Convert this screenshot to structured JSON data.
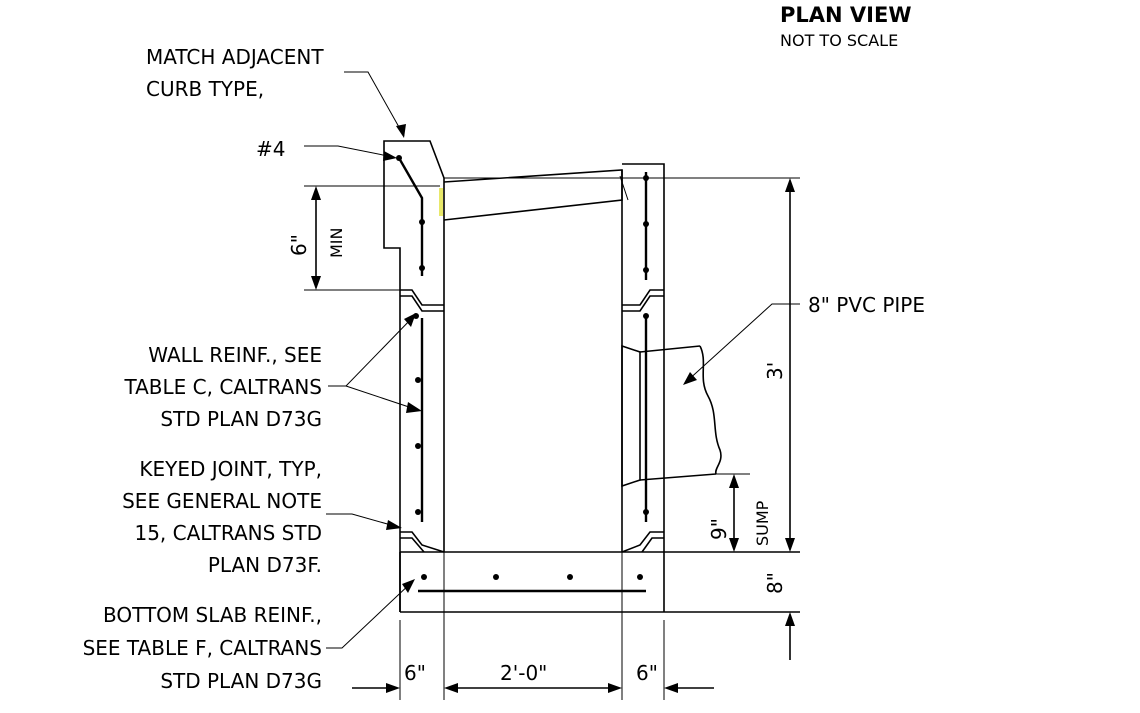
{
  "header": {
    "title": "PLAN VIEW",
    "subtitle": "NOT TO SCALE"
  },
  "callouts": {
    "curb_line1": "MATCH ADJACENT",
    "curb_line2": "CURB TYPE,",
    "bar": "#4",
    "pipe": "8\" PVC PIPE",
    "wall_line1": "WALL REINF., SEE",
    "wall_line2": "TABLE C, CALTRANS",
    "wall_line3": "STD PLAN D73G",
    "joint_line1": "KEYED JOINT, TYP,",
    "joint_line2": "SEE GENERAL NOTE",
    "joint_line3": "15, CALTRANS STD",
    "joint_line4": "PLAN D73F.",
    "slab_line1": "BOTTOM SLAB REINF.,",
    "slab_line2": "SEE TABLE F, CALTRANS",
    "slab_line3": "STD PLAN D73G"
  },
  "dimensions": {
    "curb_min_value": "6\"",
    "curb_min_label": "MIN",
    "height": "3'",
    "sump_value": "9\"",
    "sump_label": "SUMP",
    "slab_thickness": "8\"",
    "wall_left": "6\"",
    "inside_width": "2'-0\"",
    "wall_right": "6\""
  },
  "colors": {
    "line": "#000000",
    "highlight": "#e8e86a"
  }
}
